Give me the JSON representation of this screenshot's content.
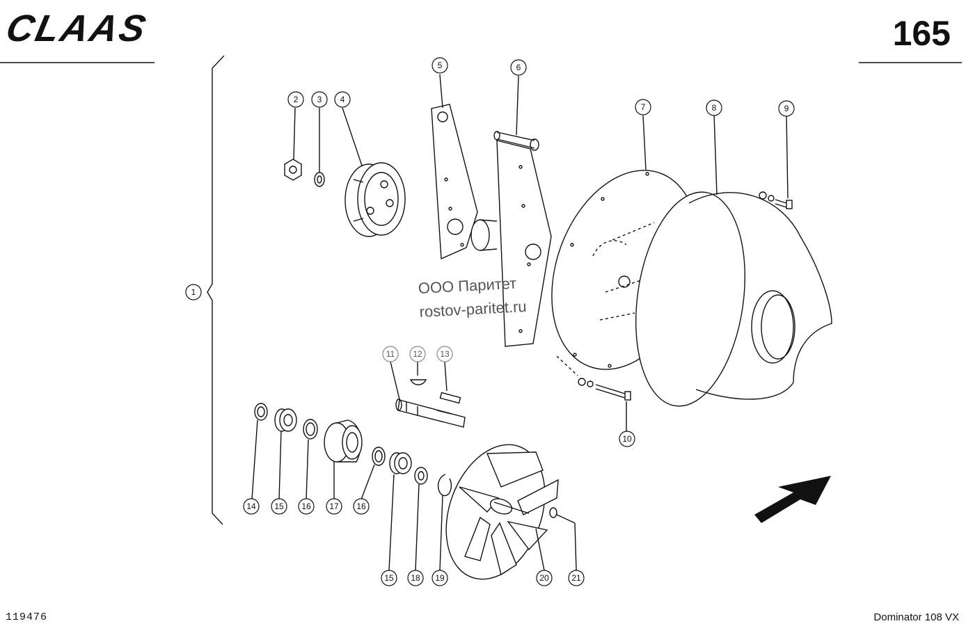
{
  "header": {
    "brand": "CLAAS",
    "page_number": "165"
  },
  "footer": {
    "drawing_number": "119476",
    "model": "Dominator 108 VX"
  },
  "watermark": {
    "line1": "ООО Паритет",
    "line2": "rostov-paritet.ru"
  },
  "callouts": [
    "1",
    "2",
    "3",
    "4",
    "5",
    "6",
    "7",
    "8",
    "9",
    "10",
    "11",
    "12",
    "13",
    "14",
    "15",
    "16",
    "17",
    "16",
    "15",
    "18",
    "19",
    "20",
    "21"
  ],
  "colors": {
    "ink": "#111111",
    "paper": "#ffffff",
    "faint": "#8a8a8a"
  }
}
